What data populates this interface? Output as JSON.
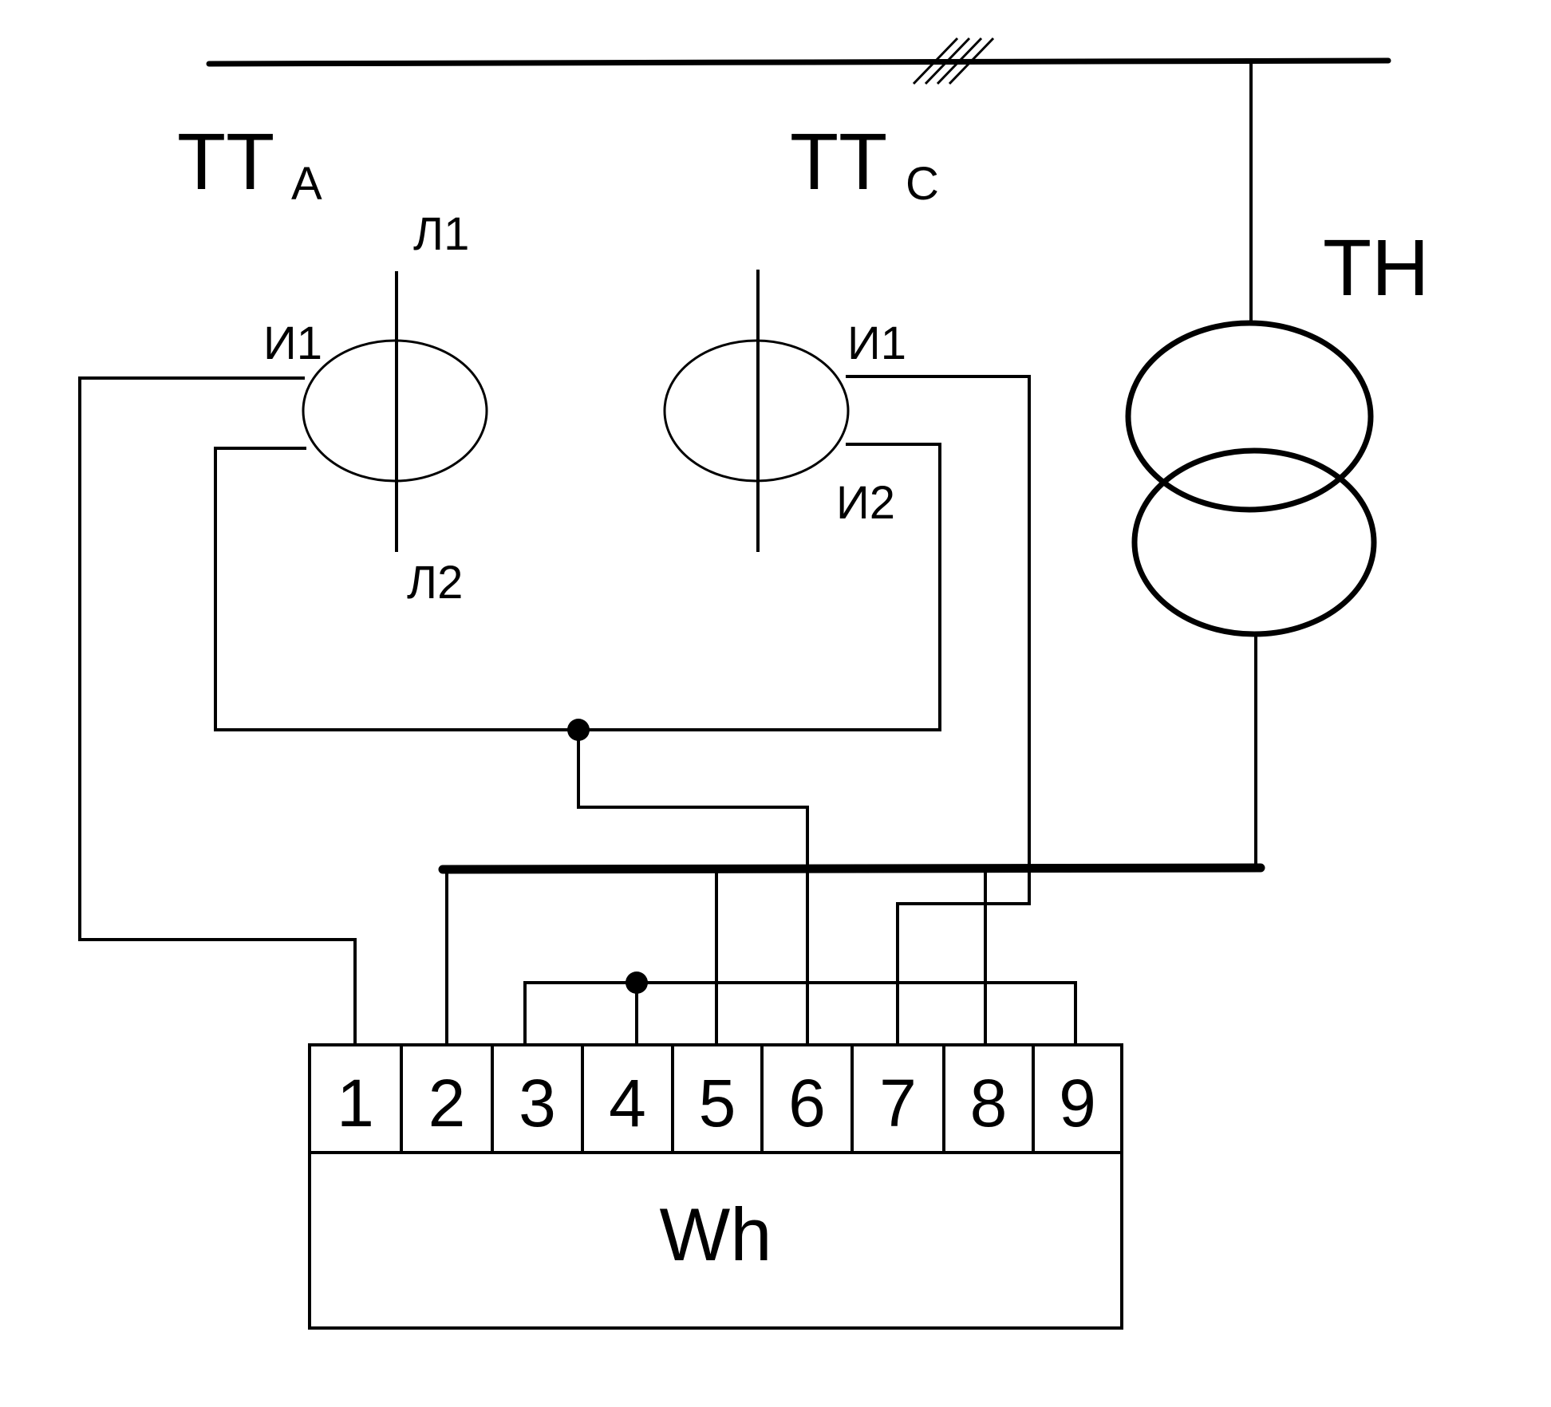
{
  "labels": {
    "ct_a_main": "ТТ",
    "ct_a_sub": "А",
    "ct_c_main": "ТТ",
    "ct_c_sub": "С",
    "vt": "ТН",
    "l1": "Л1",
    "l2": "Л2",
    "ct_a_i1": "И1",
    "ct_c_i1": "И1",
    "ct_c_i2": "И2",
    "meter": "Wh"
  },
  "terminals": [
    "1",
    "2",
    "3",
    "4",
    "5",
    "6",
    "7",
    "8",
    "9"
  ]
}
